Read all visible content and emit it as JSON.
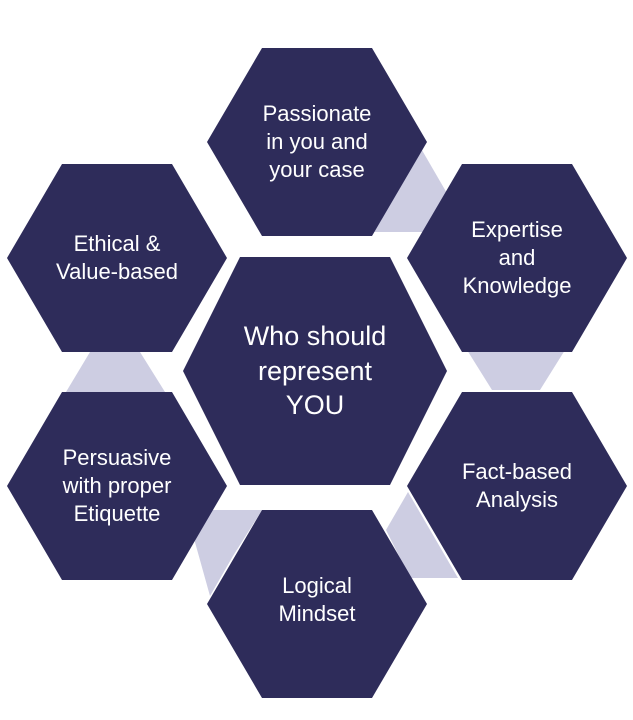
{
  "colors": {
    "hex_fill": "#2e2c5a",
    "connector_fill": "#cdcde2",
    "text": "#ffffff",
    "background": "#ffffff"
  },
  "center": {
    "lines": [
      "Who should",
      "represent",
      "YOU"
    ]
  },
  "outer_nodes": {
    "top": {
      "lines": [
        "Passionate",
        "in you and",
        "your case"
      ]
    },
    "upper_right": {
      "lines": [
        "Expertise",
        "and",
        "Knowledge"
      ]
    },
    "lower_right": {
      "lines": [
        "Fact-based",
        "Analysis"
      ]
    },
    "bottom": {
      "lines": [
        "Logical",
        "Mindset"
      ]
    },
    "lower_left": {
      "lines": [
        "Persuasive",
        "with proper",
        "Etiquette"
      ]
    },
    "upper_left": {
      "lines": [
        "Ethical &",
        "Value-based"
      ]
    }
  }
}
